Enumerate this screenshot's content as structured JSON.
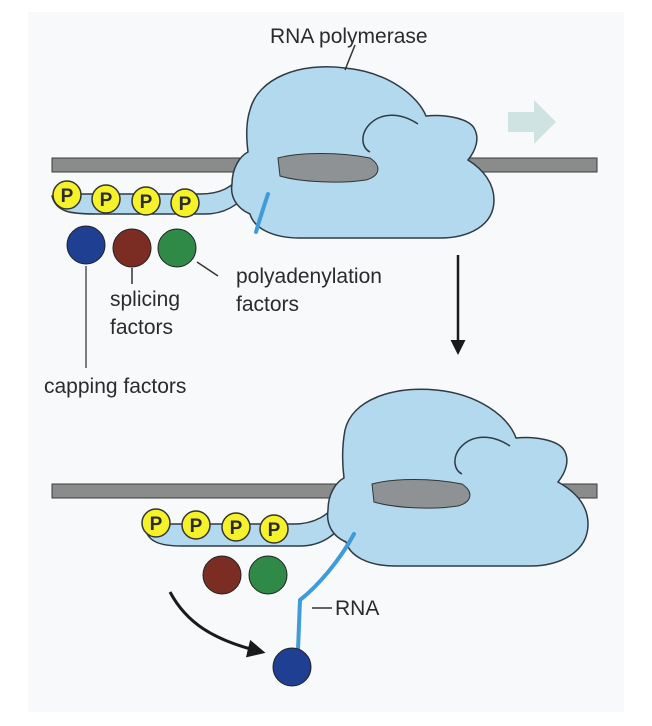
{
  "labels": {
    "rna_polymerase": "RNA polymerase",
    "polyadenylation_line1": "polyadenylation",
    "polyadenylation_line2": "factors",
    "splicing_line1": "splicing",
    "splicing_line2": "factors",
    "capping": "capping factors",
    "rna": "RNA",
    "phosphate": "P"
  },
  "colors": {
    "dna": "#8a8c8c",
    "polymerase": "#b3d9ee",
    "polymerase_outline": "#2f3a44",
    "rna": "#3f9cd9",
    "phosphate": "#f6f22a",
    "capping_factor": "#1f3f92",
    "splicing_factor": "#7b2d24",
    "polyadenylation_factor": "#2f8a48",
    "direction_arrow": "#cfe4e2"
  },
  "icons": {
    "direction": "right-arrow-icon",
    "step": "down-arrow-icon",
    "transfer": "curved-arrow-icon"
  }
}
